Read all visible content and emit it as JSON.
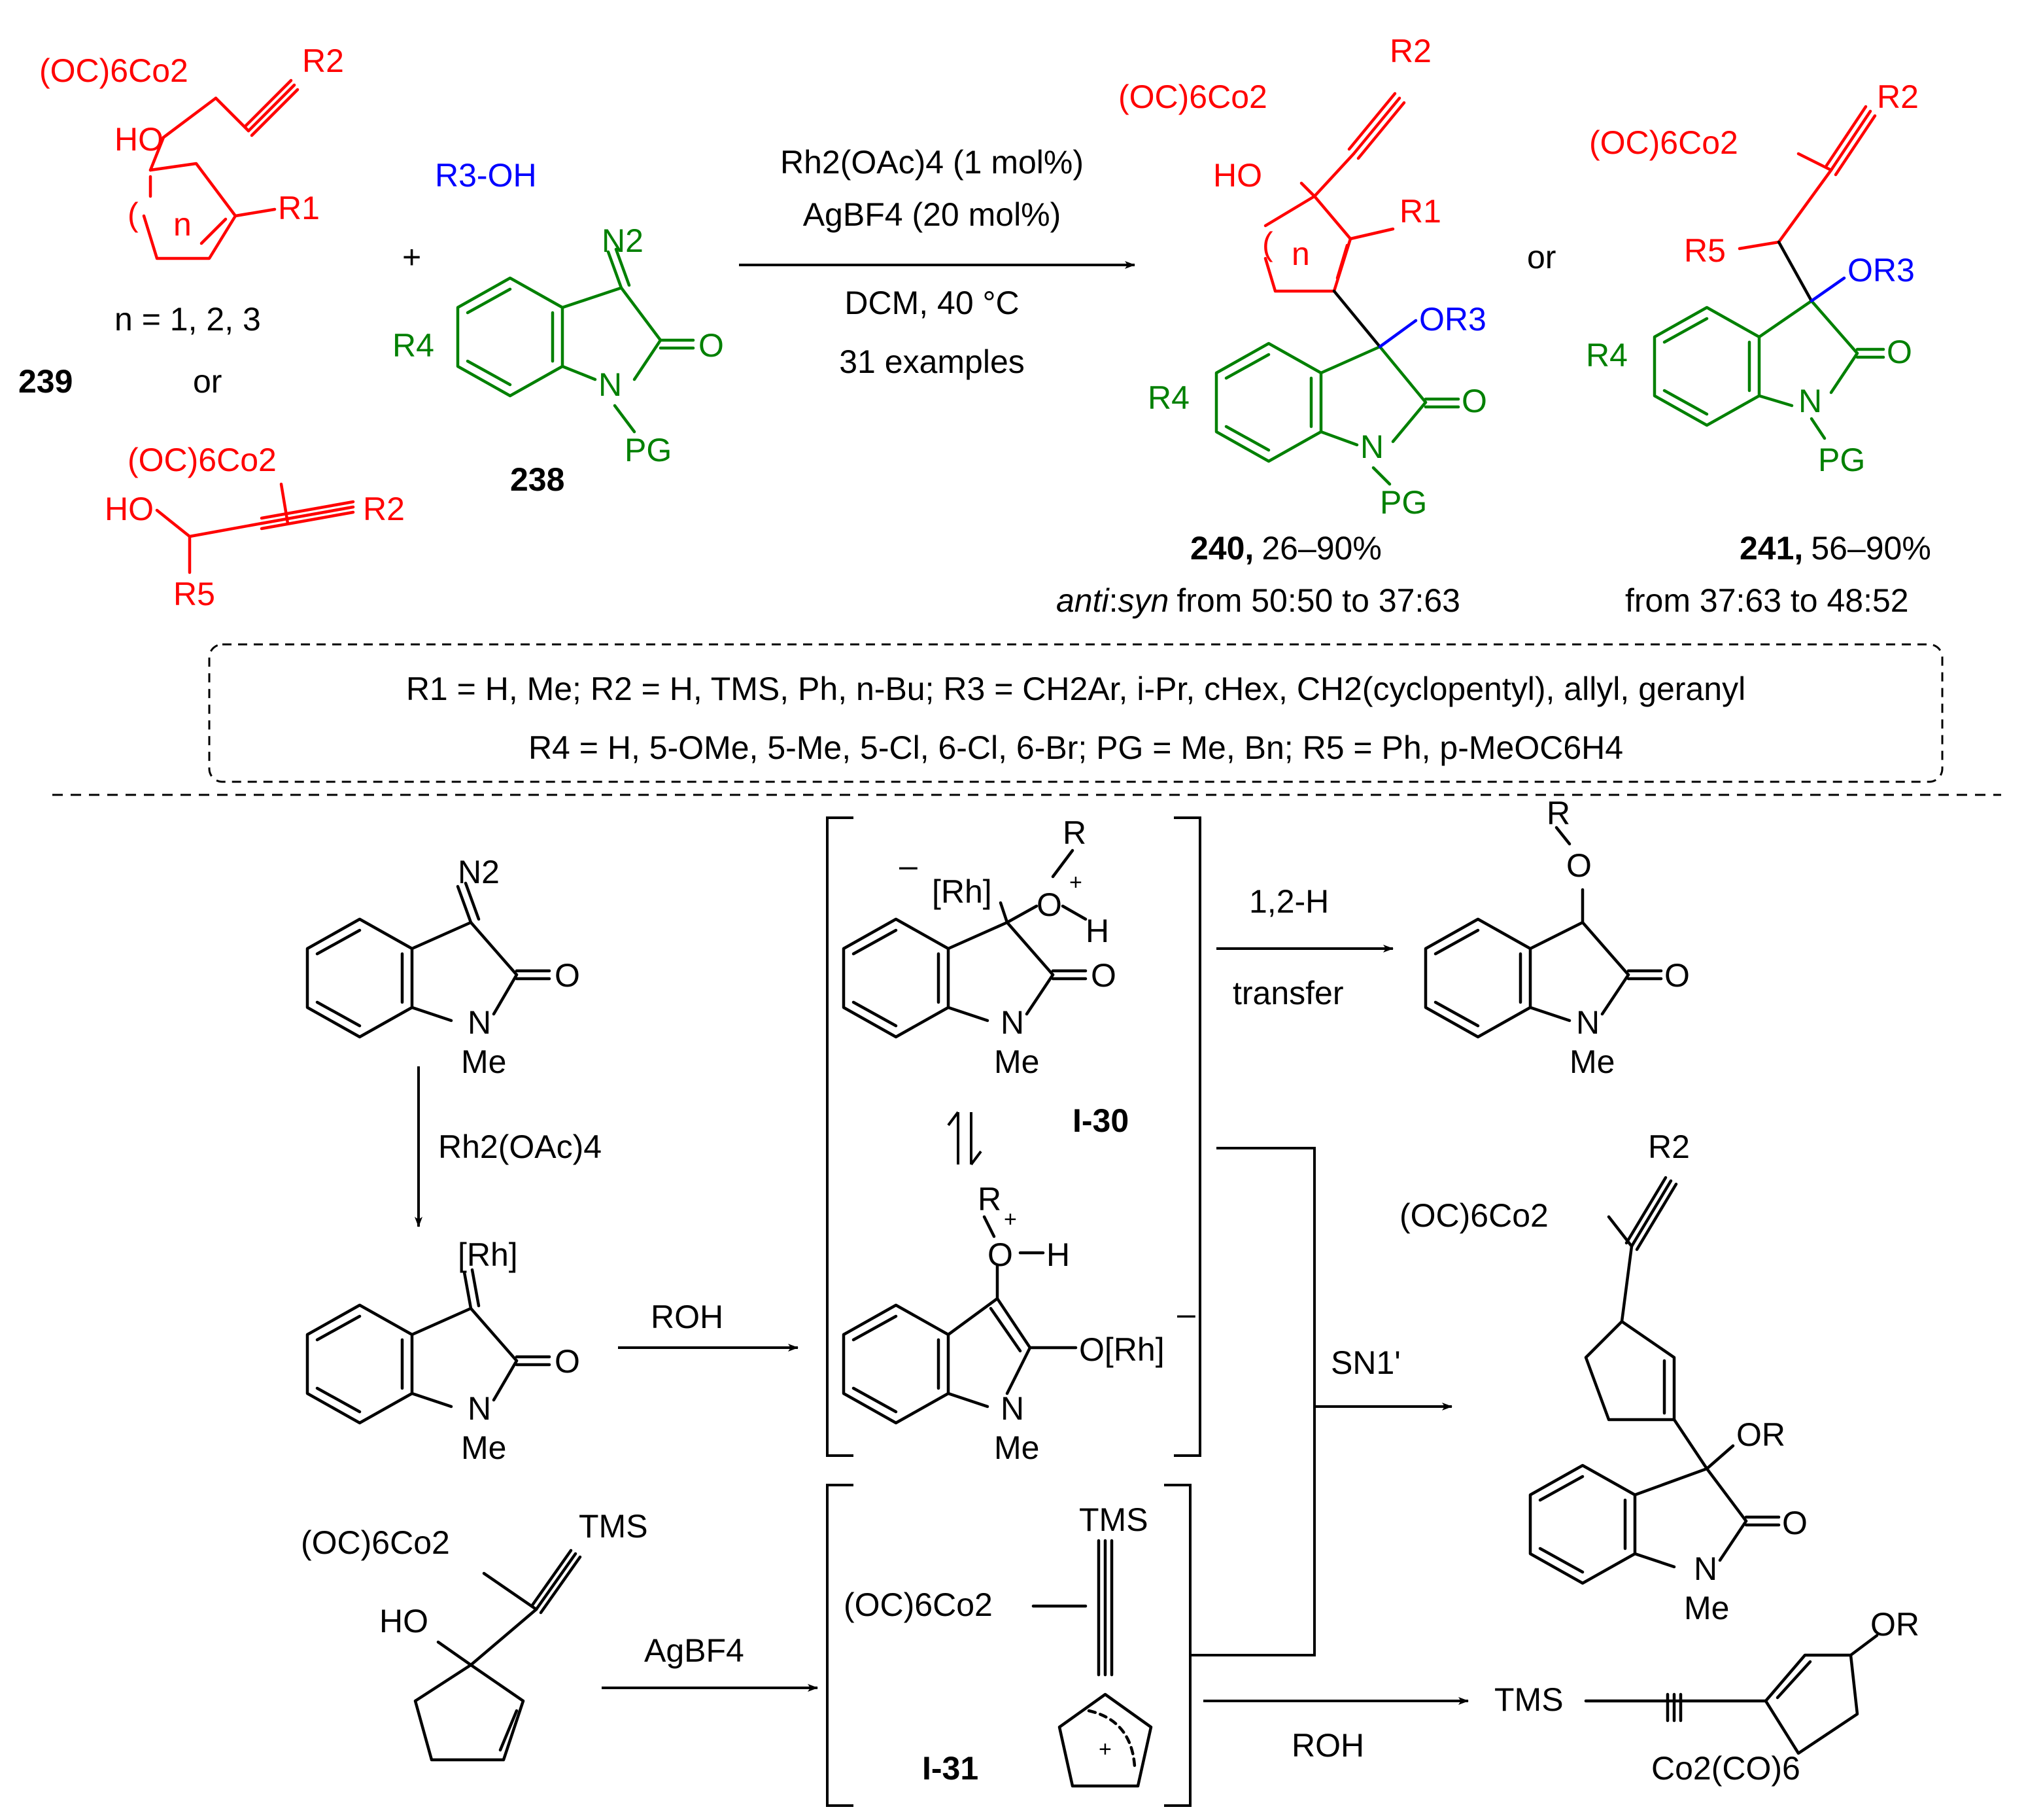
{
  "colors": {
    "red": "#ff0000",
    "green": "#008000",
    "blue": "#0000ff",
    "black": "#000000"
  },
  "top": {
    "alkynyl_cobalt": "(OC)6Co2",
    "r2": "R2",
    "r1": "R1",
    "ho": "HO",
    "n": "n",
    "paren": "(",
    "n_values": "n = 1, 2, 3",
    "or": "or",
    "label_239": "239",
    "r5": "R5",
    "plus": "+",
    "alcohol": "R3-OH",
    "diazo": "N2",
    "r4": "R4",
    "n_atom": "N",
    "o_atom": "O",
    "pg": "PG",
    "label_238": "238",
    "conditions": [
      "Rh2(OAc)4 (1 mol%)",
      "AgBF4 (20 mol%)",
      "DCM, 40 °C",
      "31 examples"
    ],
    "or3": "OR3",
    "product_240": {
      "label": "240,",
      "yield": "26–90%",
      "anti": "anti",
      "colon": ":",
      "syn": "syn",
      "ratio": "from 50:50 to 37:63"
    },
    "product_241": {
      "label": "241,",
      "yield": "56–90%",
      "ratio": "from 37:63 to 48:52"
    },
    "substituents": [
      "R1 = H, Me; R2 = H, TMS, Ph, n-Bu; R3 = CH2Ar, i-Pr, cHex, CH2(cyclopentyl), allyl, geranyl",
      "R4 = H, 5-OMe, 5-Me, 5-Cl, 6-Cl, 6-Br; PG = Me, Bn; R5 = Ph, p-MeOC6H4"
    ]
  },
  "mechanism": {
    "n2": "N2",
    "n": "N",
    "me": "Me",
    "o": "O",
    "step1": "Rh2(OAc)4",
    "rh": "[Rh]",
    "roh": "ROH",
    "minus": "–",
    "plus": "+",
    "r": "R",
    "h": "H",
    "o_rh": "O[Rh]",
    "int_130": "I-30",
    "int_131": "I-31",
    "shift_1": "1,2-H",
    "shift_2": "transfer",
    "sn1": "SN1'",
    "r2": "R2",
    "cobalt": "(OC)6Co2",
    "or": "OR",
    "tms": "TMS",
    "tms_dash": "TMS",
    "ho": "HO",
    "agbf4": "AgBF4",
    "co_bottom": "Co2(CO)6"
  }
}
